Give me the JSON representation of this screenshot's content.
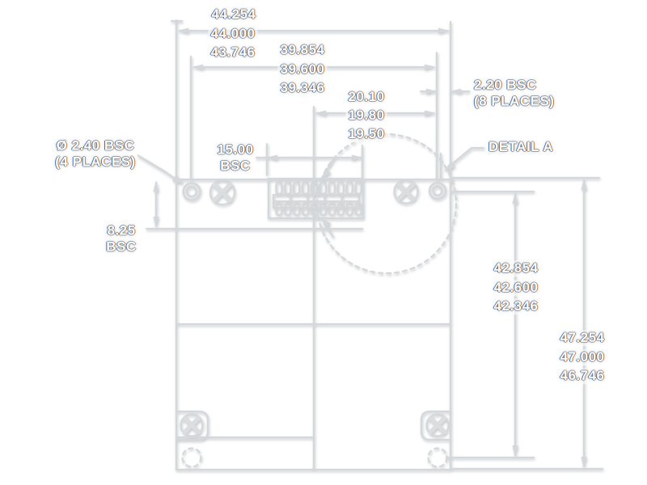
{
  "drawing": {
    "type": "mechanical-dimension-drawing",
    "labels": {
      "overall_width": {
        "max": "44.254",
        "nom": "44.000",
        "min": "43.746"
      },
      "inner_width": {
        "max": "39.854",
        "nom": "39.600",
        "min": "39.346"
      },
      "pin_span": {
        "max": "20.10",
        "nom": "19.80",
        "min": "19.50"
      },
      "pin_pitch": {
        "line1": "2.20 BSC",
        "line2": "(8 PLACES)"
      },
      "hole_diameter": {
        "line1": "Ø 2.40 BSC",
        "line2": "(4 PLACES)"
      },
      "connector_width": {
        "line1": "15.00",
        "line2": "BSC"
      },
      "edge_offset": {
        "line1": "8.25",
        "line2": "BSC"
      },
      "hole_span": {
        "max": "42.854",
        "nom": "42.600",
        "min": "42.346"
      },
      "overall_height": {
        "max": "47.254",
        "nom": "47.000",
        "min": "46.746"
      },
      "detail": "DETAIL A"
    },
    "colors": {
      "background": "#ffffff",
      "linework": "#d4d8db",
      "label_text": "#fbfcfd",
      "label_shadow_blue": "#4472b0",
      "label_shadow_orange": "#bf7f42"
    }
  }
}
